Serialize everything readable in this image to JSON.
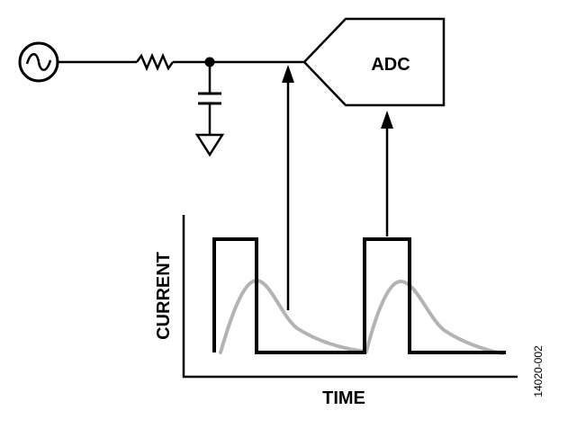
{
  "diagram": {
    "adc_label": "ADC",
    "y_axis_label": "CURRENT",
    "x_axis_label": "TIME",
    "figure_id": "14020-002"
  },
  "colors": {
    "line": "#000000",
    "response_curve": "#b3b3b3",
    "background": "#ffffff"
  }
}
